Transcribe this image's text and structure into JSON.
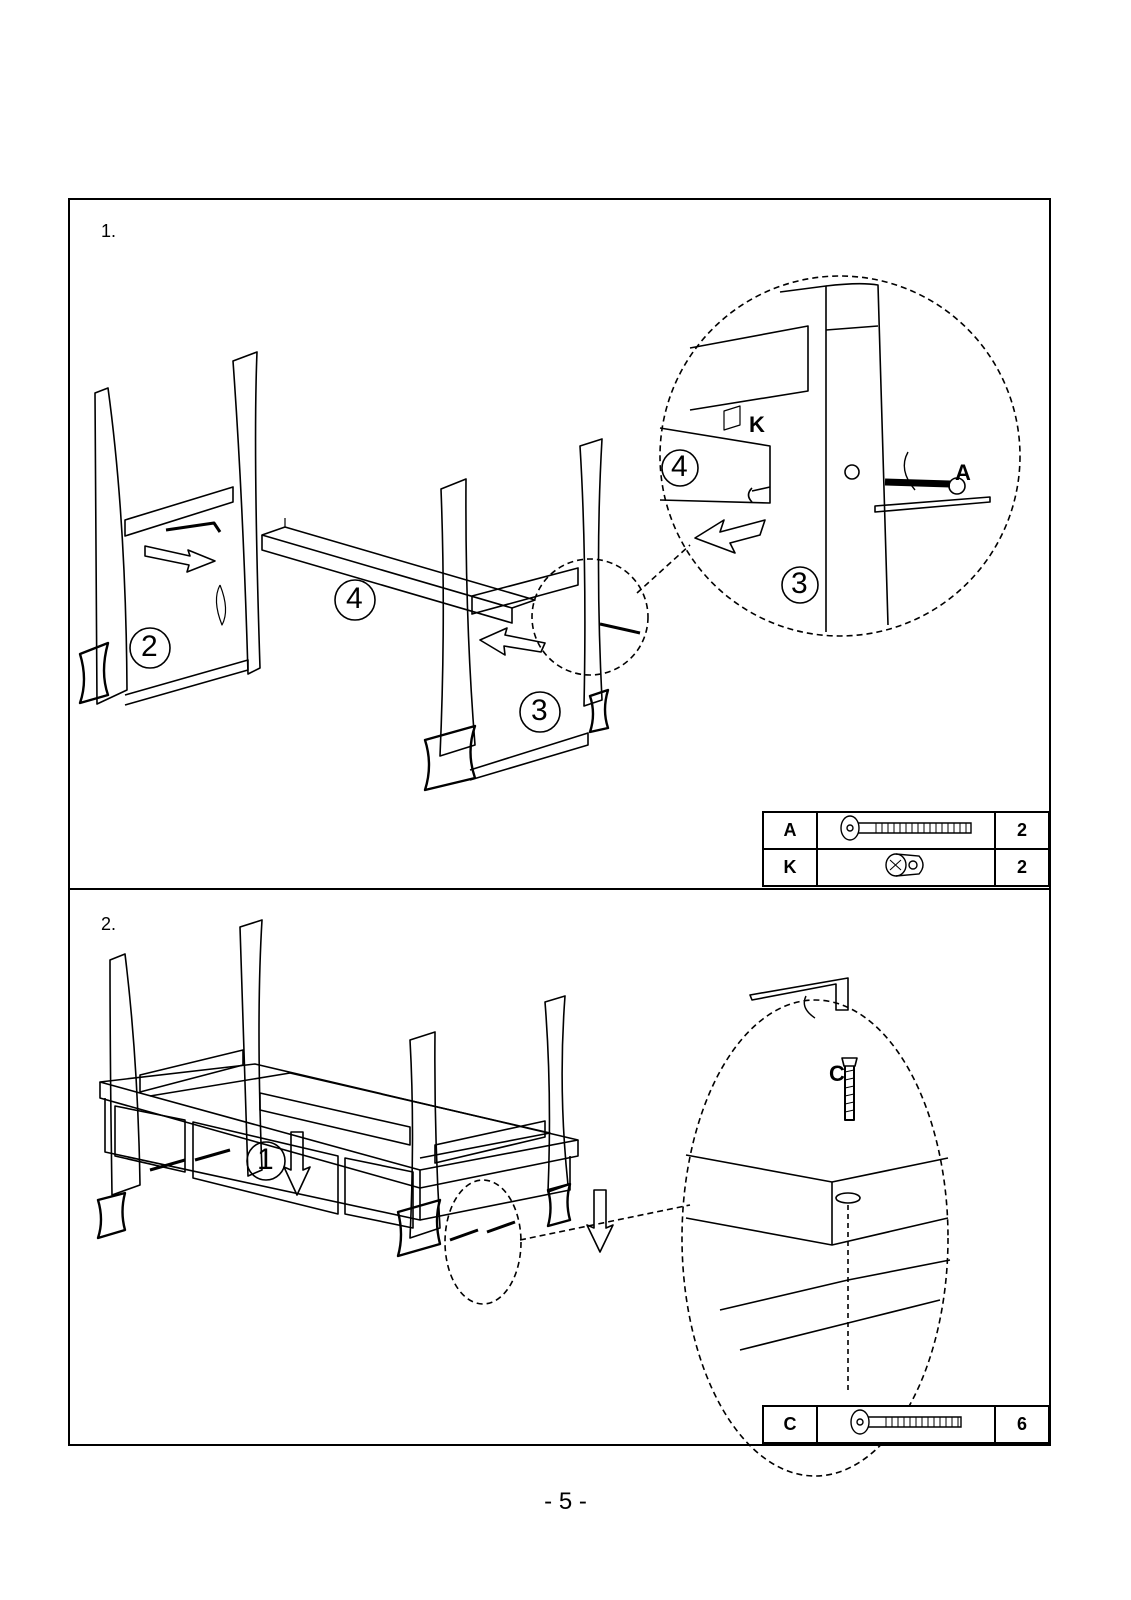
{
  "steps": [
    {
      "label": "1.",
      "callouts": {
        "bench_left": "2",
        "rail": "4",
        "bench_right": "3",
        "detail_rail": "4",
        "detail_leg": "3"
      },
      "detail_letters": {
        "k": "K",
        "a": "A"
      },
      "parts": [
        {
          "code": "A",
          "icon": "bolt-icon",
          "qty": "2"
        },
        {
          "code": "K",
          "icon": "barrel-nut-icon",
          "qty": "2"
        }
      ]
    },
    {
      "label": "2.",
      "callouts": {
        "base": "1"
      },
      "detail_letters": {
        "c": "C"
      },
      "parts": [
        {
          "code": "C",
          "icon": "bolt-icon",
          "qty": "6"
        }
      ]
    }
  ],
  "page_number": "- 5 -"
}
